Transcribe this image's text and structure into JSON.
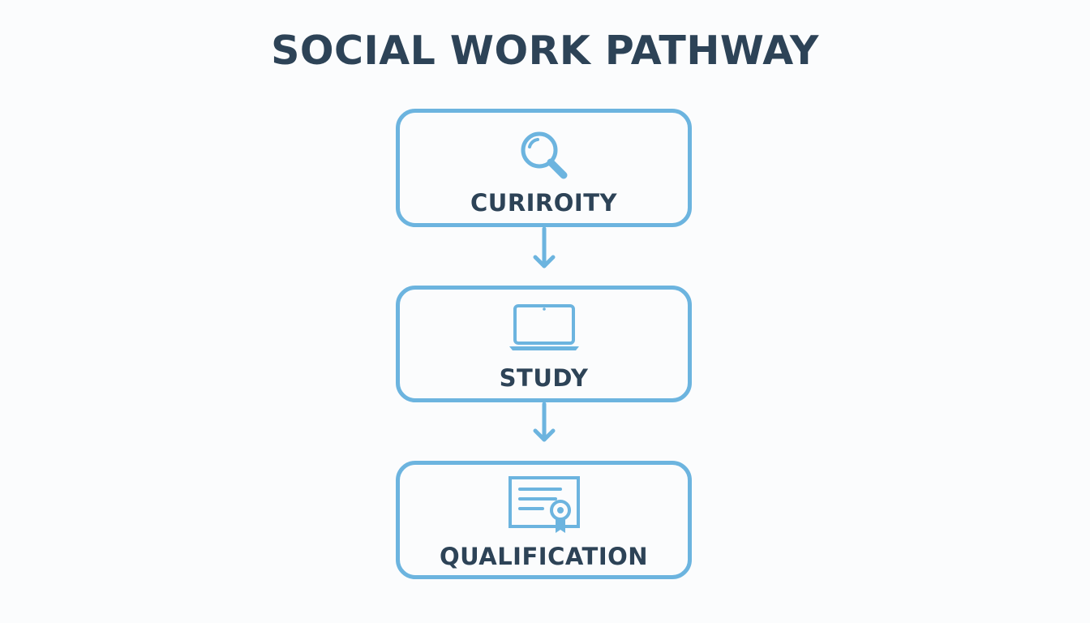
{
  "title": "SOCIAL WORK PATHWAY",
  "accent_color": "#6cb4df",
  "text_color": "#2d4357",
  "steps": [
    {
      "label": "CURIROITY",
      "icon": "magnifying-glass-icon"
    },
    {
      "label": "STUDY",
      "icon": "laptop-icon"
    },
    {
      "label": "QUALIFICATION",
      "icon": "certificate-icon"
    }
  ]
}
